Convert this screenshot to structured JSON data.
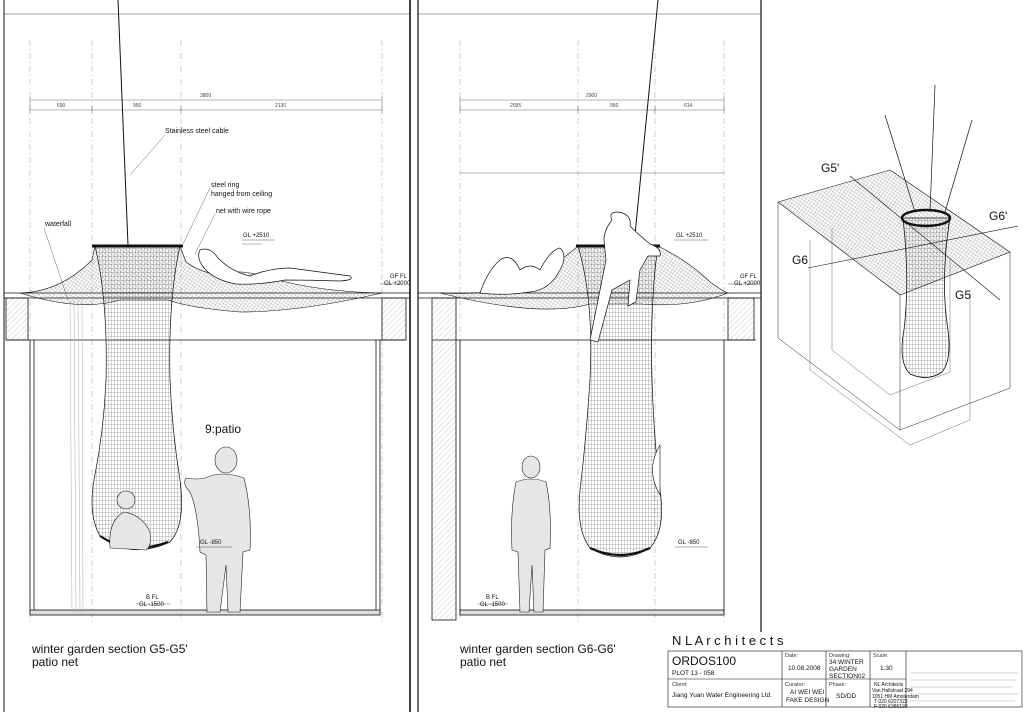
{
  "section1": {
    "labels": {
      "cable": "Stainless steel cable",
      "ring_1": "steel ring",
      "ring_2": "hanged from ceiling",
      "net": "net with wire rope",
      "waterfall": "waterfall",
      "room": "9:patio"
    },
    "dims": {
      "total": "3800",
      "d1": "690",
      "d2": "950",
      "d3": "2130"
    },
    "levels": {
      "gl_top": "GL +2510",
      "gf_fl": "GF FL",
      "gl_2000": "GL +2000",
      "gl_850": "GL -850",
      "b_fl": "B FL",
      "gl_1500": "GL -1500"
    },
    "caption_1": "winter garden section G5-G5'",
    "caption_2": "patio net"
  },
  "section2": {
    "dims": {
      "total": "2900",
      "d1": "2095",
      "d2": "956",
      "d3": "614"
    },
    "levels": {
      "gl_top": "GL +2510",
      "gf_fl": "GF FL",
      "gl_2000": "GL +2000",
      "gl_850": "GL -850",
      "b_fl": "B FL",
      "gl_1500": "GL -1500"
    },
    "caption_1": "winter garden section G6-G6'",
    "caption_2": "patio net"
  },
  "axo": {
    "g5p": "G5'",
    "g5": "G5",
    "g6p": "G6'",
    "g6": "G6"
  },
  "title_block": {
    "firm": "N L   A r c h i t e c t s",
    "project": "ORDOS100",
    "plot": "PLOT 13 - 058",
    "date_label": "Date:",
    "date": "10.08.2008",
    "drawing_label": "Drawing:",
    "drawing_1": "34:WINTER",
    "drawing_2": "GARDEN",
    "drawing_3": "SECTION02",
    "scale_label": "Scale:",
    "scale": "1:30",
    "client_label": "Client:",
    "client": "Jiang Yuan Water Engineering Ltd.",
    "curator_label": "Curator:",
    "curator_1": "AI WEI WEI",
    "curator_2": "FAKE DESIGN",
    "phase_label": "Phase:",
    "phase": "SD/DD",
    "address_1": "NL Architects",
    "address_2": "Van Hallstraat 294",
    "address_3": "1051 HM Amsterdam",
    "address_4": "T 020 6207323",
    "address_5": "F 020 6386192"
  }
}
